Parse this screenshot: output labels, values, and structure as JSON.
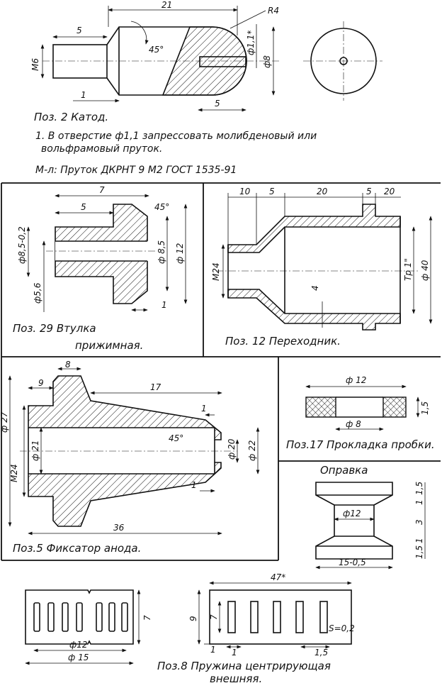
{
  "parts": {
    "cathode": {
      "caption": "Поз. 2      Катод.",
      "note_line1": "1. В отверстие ф1,1 запрессовать  молибденовый или",
      "note_line2": "вольфрамовый  пруток.",
      "material": "М-л:  Пруток ДКРНТ 9 М2  ГОСТ 1535-91",
      "dims": {
        "len21": "21",
        "len5": "5",
        "r4": "R4",
        "m6": "M6",
        "chamfer": "45°",
        "d11": "ф1,1*",
        "d8": "ф8",
        "len1": "1",
        "len5b": "5"
      }
    },
    "bushing": {
      "caption1": "Поз. 29  Втулка",
      "caption2": "прижимная.",
      "dims": {
        "len7": "7",
        "len5": "5",
        "chamfer": "45°",
        "d85tol": "ф8,5-0,2",
        "d85": "ф 8,5",
        "d12": "ф 12",
        "d56": "ф5,6",
        "len1": "1"
      }
    },
    "adapter": {
      "caption": "Поз. 12    Переходник.",
      "dims": {
        "a10": "10",
        "a5": "5",
        "a20": "20",
        "b5": "5",
        "b20": "20",
        "m24": "M24",
        "wall": "4",
        "tr": "Тр 1\"",
        "d40": "ф 40"
      }
    },
    "fixator": {
      "caption": "Поз.5   Фиксатор   анода.",
      "dims": {
        "w8": "8",
        "w9": "9",
        "len17": "17",
        "len1": "1",
        "chamfer": "45°",
        "d27": "ф 27",
        "m24": "M24",
        "d21": "ф 21",
        "d20": "ф 20",
        "d22": "ф 22",
        "len1b": "1",
        "len36": "36"
      }
    },
    "gasket": {
      "caption": "Поз.17 Прокладка пробки.",
      "dims": {
        "d12": "ф 12",
        "d8": "ф 8",
        "t15": "1,5"
      }
    },
    "mandrel": {
      "title": "Оправка",
      "dims": {
        "d12": "ф12",
        "w15": "15-0,5",
        "h15a": "1,5",
        "h1a": "1",
        "h3": "3",
        "h1b": "1",
        "h15b": "1,5"
      }
    },
    "spring": {
      "caption1": "Поз.8   Пружина  центрирующая",
      "caption2": "внешняя.",
      "dims": {
        "d12": "ф12",
        "d15": "ф 15",
        "h9": "9",
        "h7": "7",
        "h7b": "7",
        "len47": "47*",
        "s": "S=0,2",
        "g1": "1",
        "g1b": "1",
        "g15": "1,5"
      }
    }
  }
}
